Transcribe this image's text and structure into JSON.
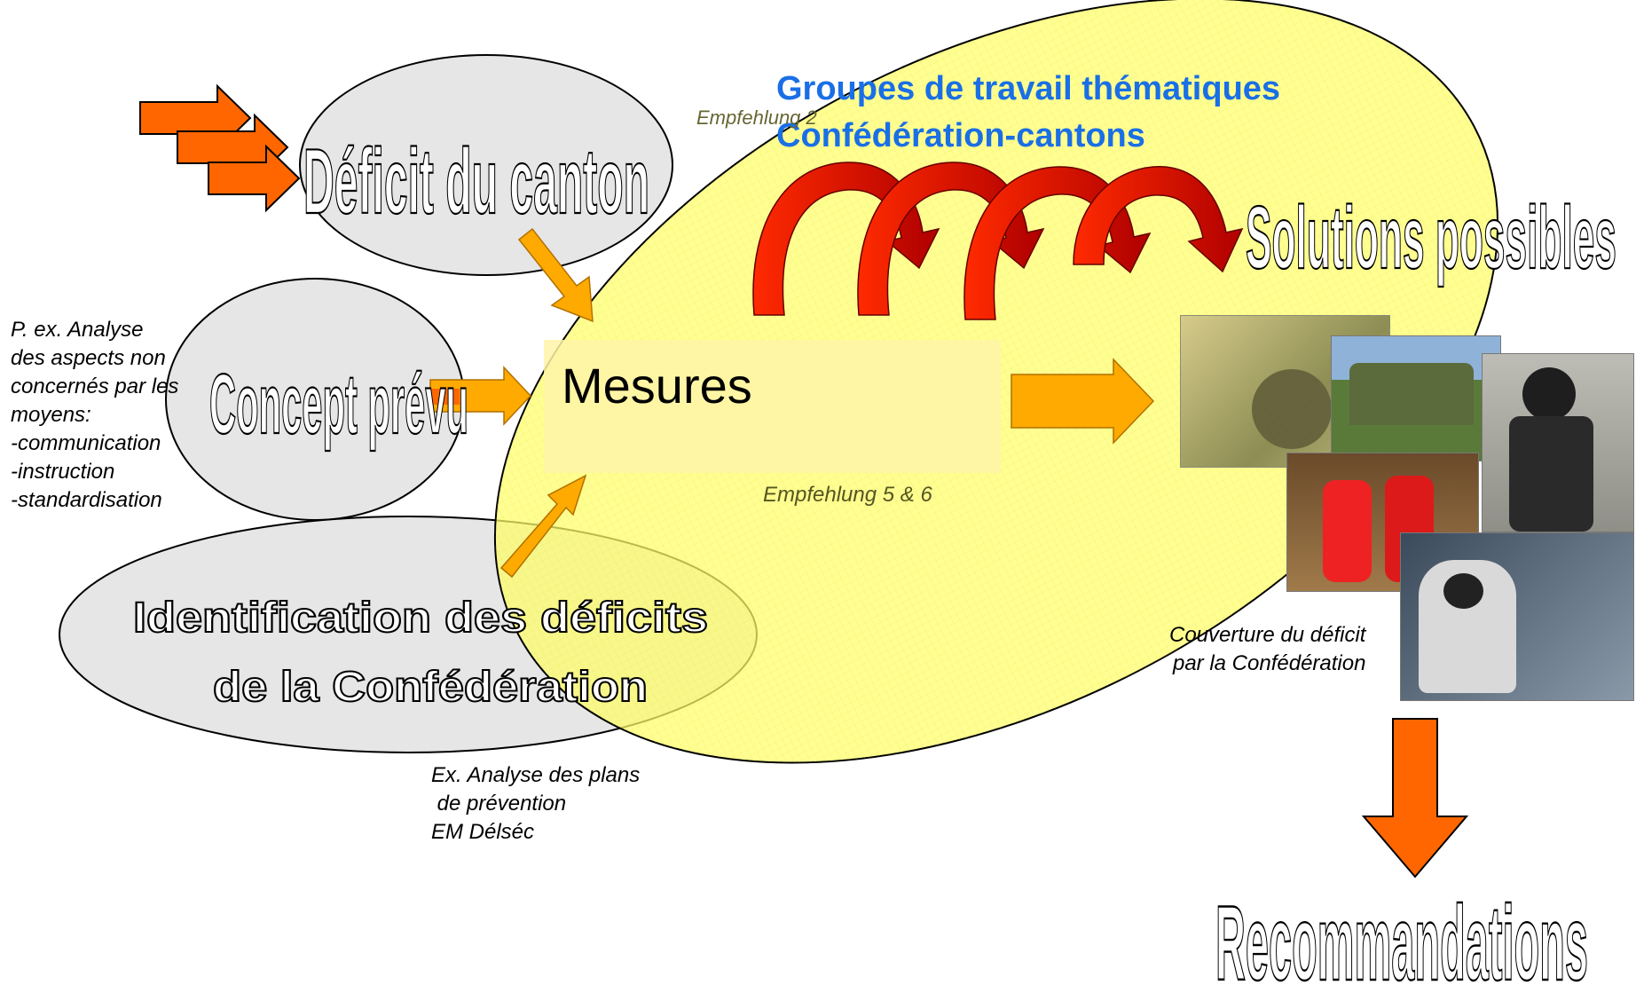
{
  "colors": {
    "yellow_ellipse": "#ffff66",
    "grey_ellipse": "#e6e6e6",
    "orange_arrow": "#ff6600",
    "light_orange_arrow": "#ffaa00",
    "red_loop": "#cc0000",
    "blue_title": "#1a6fe6",
    "box_fill": "#fff4a8"
  },
  "diagram": {
    "deficit_canton": "Déficit du canton",
    "concept_prevu": "Concept prévu",
    "identification_line1": "Identification des déficits",
    "identification_line2": "de la Confédération",
    "groupes_line1": "Groupes de travail thématiques",
    "groupes_line2": "Confédération-cantons",
    "empfehlung_2": "Empfehlung 2",
    "mesures": "Mesures",
    "empfehlung_5_6": "Empfehlung 5 & 6",
    "solutions": "Solutions possibles",
    "recommandations": "Recommandations",
    "note_left": "P. ex. Analyse\ndes aspects non\nconcernés par les\nmoyens:\n-communication\n-instruction\n-standardisation",
    "note_bottom": "Ex. Analyse des plans\n de prévention\nEM Délséc",
    "note_right": "Couverture du déficit\npar la Confédération",
    "icons": [
      "arrow-right-icon",
      "arrow-down-icon",
      "curved-arrow-icon"
    ]
  }
}
